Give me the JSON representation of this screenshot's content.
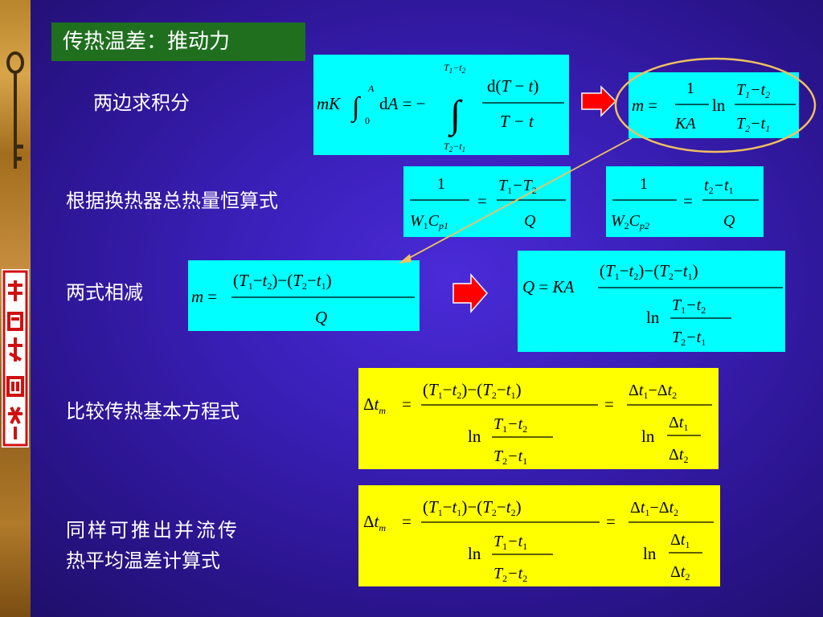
{
  "slide": {
    "title": "传热温差：推动力",
    "labels": {
      "integrate": "两边求积分",
      "heat_balance": "根据换热器总热量恒算式",
      "subtract": "两式相减",
      "compare": "比较传热基本方程式",
      "cocurrent_line1": "同样可推出并流传",
      "cocurrent_line2": "热平均温差计算式"
    }
  },
  "colors": {
    "background": "#3a1fb8",
    "title_box": "#1f6f1f",
    "formula_cyan": "#00ffff",
    "formula_yellow": "#ffff00",
    "arrow_red": "#ff0000",
    "ellipse": "#f0c060"
  }
}
